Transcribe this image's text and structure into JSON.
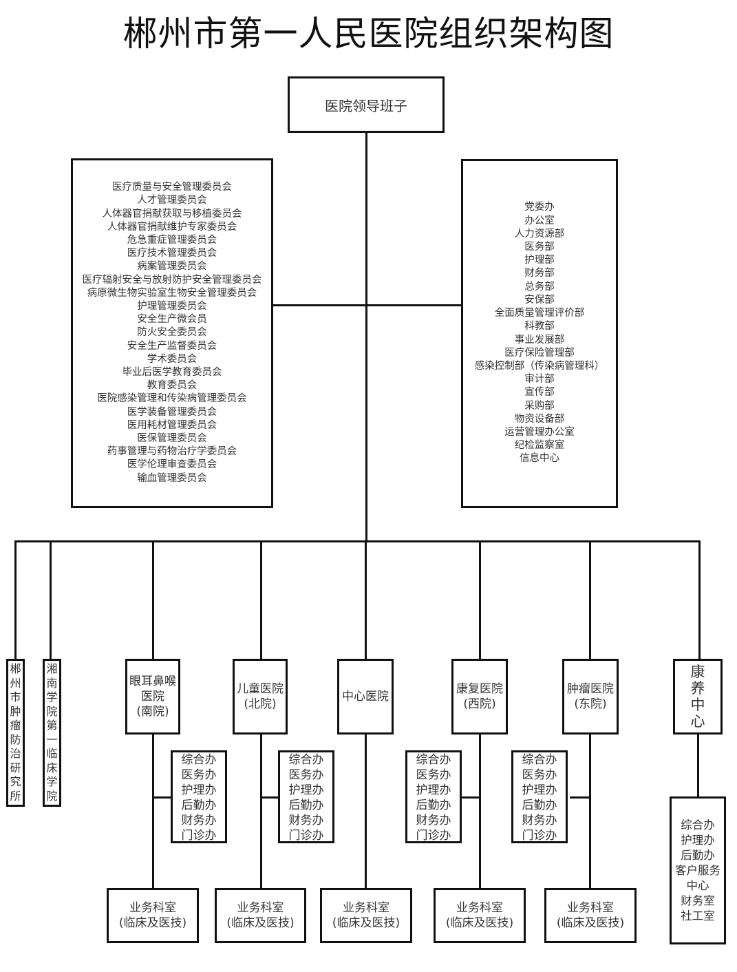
{
  "title": "郴州市第一人民医院组织架构图",
  "leadership": "医院领导班子",
  "committees": [
    "医疗质量与安全管理委员会",
    "人才管理委员会",
    "人体器官捐献获取与移植委员会",
    "人体器官捐献维护专家委员会",
    "危急重症管理委员会",
    "医疗技术管理委员会",
    "病案管理委员会",
    "医疗辐射安全与放射防护安全管理委员会",
    "病原微生物实验室生物安全管理委员会",
    "护理管理委员会",
    "安全生产微会员",
    "防火安全委员会",
    "安全生产监督委员会",
    "学术委员会",
    "毕业后医学教育委员会",
    "教育委员会",
    "医院感染管理和传染病管理委员会",
    "医学装备管理委员会",
    "医用耗材管理委员会",
    "医保管理委员会",
    "药事管理与药物治疗学委员会",
    "医学伦理审查委员会",
    "输血管理委员会"
  ],
  "departments": [
    "党委办",
    "办公室",
    "人力资源部",
    "医务部",
    "护理部",
    "财务部",
    "总务部",
    "安保部",
    "全面质量管理评价部",
    "科教部",
    "事业发展部",
    "医疗保险管理部",
    "感染控制部（传染病管理科）",
    "审计部",
    "宣传部",
    "采购部",
    "物资设备部",
    "运营管理办公室",
    "纪检监察室",
    "信息中心"
  ],
  "institutes": [
    {
      "chars": [
        "郴",
        "州",
        "市",
        "肿",
        "瘤",
        "防",
        "治",
        "研",
        "究",
        "所"
      ]
    },
    {
      "chars": [
        "湘",
        "南",
        "学",
        "院",
        "第",
        "一",
        "临",
        "床",
        "学",
        "院"
      ]
    }
  ],
  "branches": [
    {
      "name_lines": [
        "眼耳鼻喉",
        "医院",
        "(南院)"
      ]
    },
    {
      "name_lines": [
        "儿童医院",
        "(北院)"
      ]
    },
    {
      "name_lines": [
        "中心医院"
      ]
    },
    {
      "name_lines": [
        "康复医院",
        "(西院)"
      ]
    },
    {
      "name_lines": [
        "肿瘤医院",
        "(东院)"
      ]
    }
  ],
  "branch_offices": [
    "综合办",
    "医务办",
    "护理办",
    "后勤办",
    "财务办",
    "门诊办"
  ],
  "business_dept": {
    "line1": "业务科室",
    "line2": "(临床及医技)"
  },
  "wellness_center": {
    "chars": [
      "康",
      "养",
      "中",
      "心"
    ],
    "offices": [
      "综合办",
      "护理办",
      "后勤办",
      "客户服务",
      "中心",
      "财务室",
      "社工室"
    ]
  }
}
